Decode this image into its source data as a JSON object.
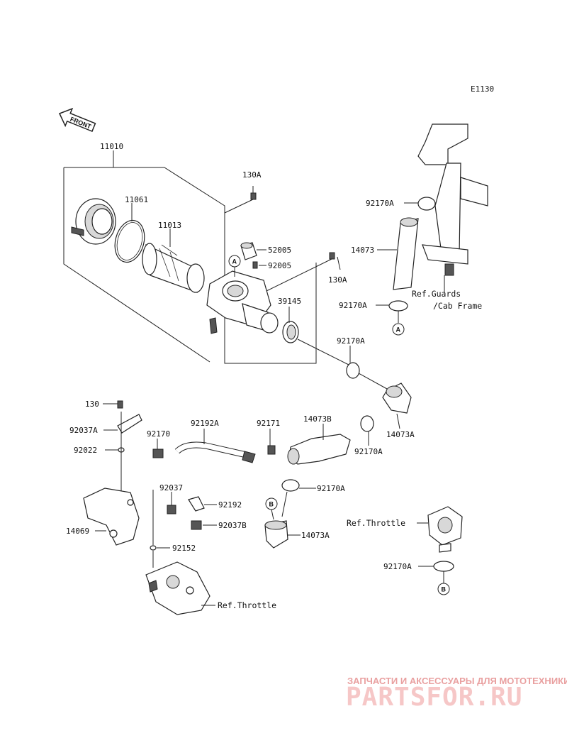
{
  "diagram_code": "E1130",
  "front_label": "FRONT",
  "labels": {
    "p11010": "11010",
    "p130A_top": "130A",
    "p11061": "11061",
    "p11013": "11013",
    "p52005": "52005",
    "p92005": "92005",
    "p130A_right": "130A",
    "p39145": "39145",
    "p92170A_1": "92170A",
    "p14073": "14073",
    "p92170A_2": "92170A",
    "p92170A_3": "92170A",
    "p14073B": "14073B",
    "p92171": "92171",
    "p92192A": "92192A",
    "p14073A_1": "14073A",
    "p92170A_4": "92170A",
    "p92170A_5": "92170A",
    "p14073A_2": "14073A",
    "p130": "130",
    "p92037A": "92037A",
    "p92170": "92170",
    "p92022": "92022",
    "p92037": "92037",
    "p92192": "92192",
    "p92037B": "92037B",
    "p14069": "14069",
    "p92152": "92152",
    "p92170A_6": "92170A"
  },
  "refs": {
    "guards": "Ref.Guards",
    "cab_frame": "/Cab Frame",
    "throttle_right": "Ref.Throttle",
    "throttle_bottom": "Ref.Throttle"
  },
  "markers": {
    "a_top": "A",
    "a_bottom": "A",
    "b_left": "B",
    "b_right": "B"
  },
  "watermark": {
    "tagline": "ЗАПЧАСТИ И АКСЕССУАРЫ ДЛЯ МОТОТЕХНИКИ",
    "brand": "PARTSFOR.RU"
  }
}
